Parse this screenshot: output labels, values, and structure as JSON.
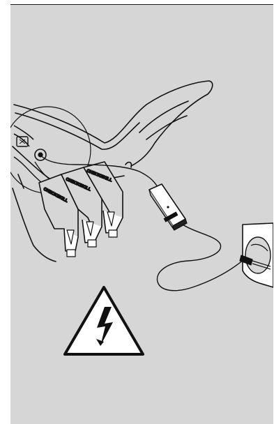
{
  "figure": {
    "background": "#d6d6d6",
    "line_color": "#111111",
    "battery_labels": [
      "CHECKSKILL",
      "CHECKSKILL",
      "CHECKSKILL"
    ],
    "icons": {
      "adapter": "power-adapter-icon",
      "outlet": "wall-outlet-icon",
      "hazard": "electrical-hazard-warning-icon"
    }
  }
}
